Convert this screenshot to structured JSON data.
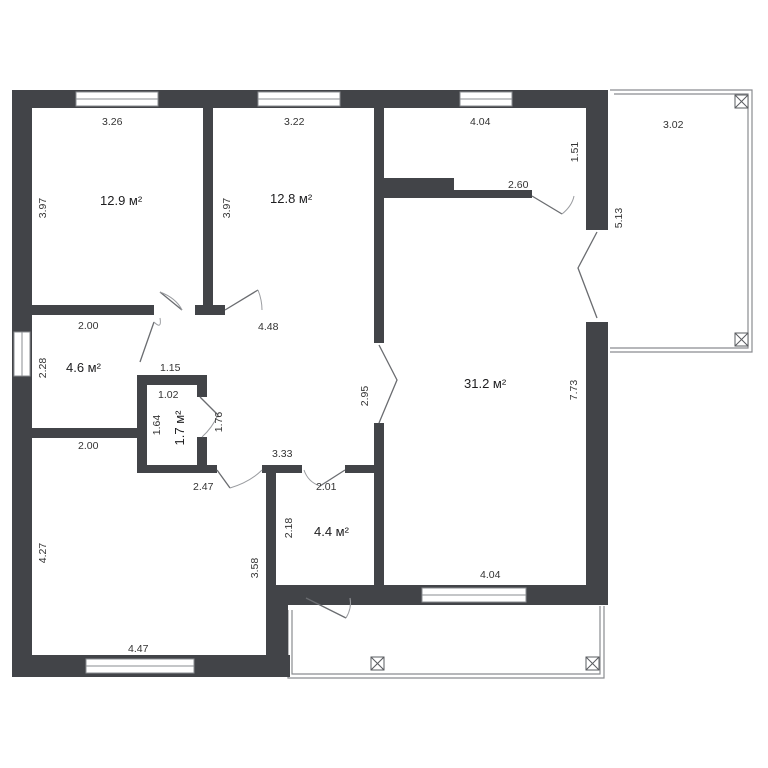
{
  "dimensions": {
    "r1_top": "3.26",
    "r1_left": "3.97",
    "r2_top": "3.22",
    "r2_left": "3.97",
    "r3_top": "4.04",
    "r3_right": "1.51",
    "r3_bottom": "2.60",
    "terrace_top": "3.02",
    "terrace_left": "5.13",
    "hall_top": "4.48",
    "hall_inner": "1.15",
    "hall_right": "2.95",
    "hall_bottom": "3.33",
    "r4_top": "2.00",
    "r4_left": "2.28",
    "closet_top": "1.02",
    "closet_left": "1.64",
    "closet_right": "1.76",
    "living_right": "7.73",
    "living_bottom": "4.04",
    "bed_top": "2.00",
    "bed_left": "4.27",
    "bed_right": "3.58",
    "bed_bottom": "4.47",
    "bed_door": "2.47",
    "bath_top": "2.01",
    "bath_left": "2.18"
  },
  "areas": {
    "r1": "12.9 м²",
    "r2": "12.8 м²",
    "r4": "4.6 м²",
    "closet": "1.7 м²",
    "living": "31.2 м²",
    "bath": "4.4 м²"
  }
}
